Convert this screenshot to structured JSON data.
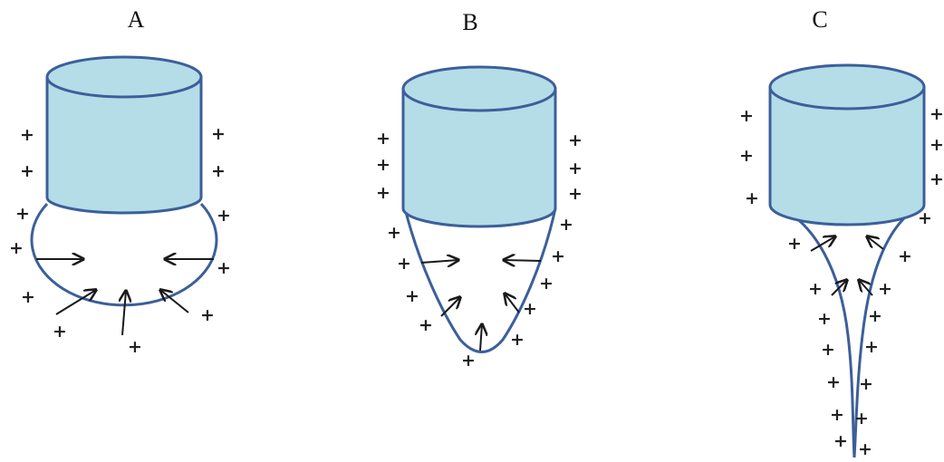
{
  "panels": [
    {
      "id": "a",
      "label": "A"
    },
    {
      "id": "b",
      "label": "B"
    },
    {
      "id": "c",
      "label": "C"
    }
  ],
  "charge_symbol": "+",
  "colors": {
    "cylinder_fill": "#b4dde8",
    "outline": "#3c5f9a",
    "arrow": "#1a1a1a",
    "charge": "#222222"
  }
}
